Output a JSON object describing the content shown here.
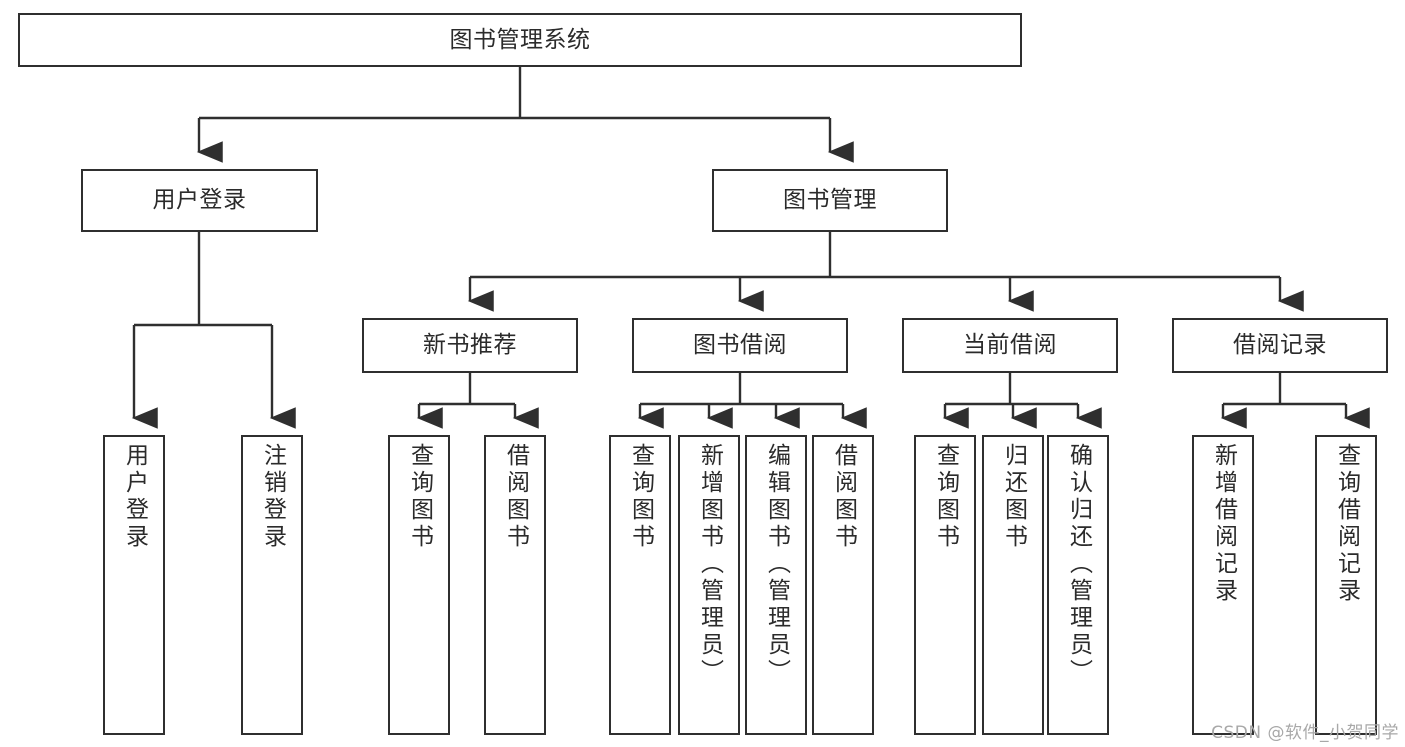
{
  "diagram": {
    "type": "tree",
    "title": "图书管理系统",
    "root": {
      "label": "图书管理系统"
    },
    "level2": [
      {
        "label": "用户登录"
      },
      {
        "label": "图书管理"
      }
    ],
    "level3": [
      {
        "label": "新书推荐"
      },
      {
        "label": "图书借阅"
      },
      {
        "label": "当前借阅"
      },
      {
        "label": "借阅记录"
      }
    ],
    "leaves": {
      "user_login": [
        {
          "label": "用户登录"
        },
        {
          "label": "注销登录"
        }
      ],
      "new_book_recommend": [
        {
          "label": "查询图书"
        },
        {
          "label": "借阅图书"
        }
      ],
      "book_borrow": [
        {
          "label": "查询图书"
        },
        {
          "label": "新增图书（管理员）"
        },
        {
          "label": "编辑图书（管理员）"
        },
        {
          "label": "借阅图书"
        }
      ],
      "current_borrow": [
        {
          "label": "查询图书"
        },
        {
          "label": "归还图书"
        },
        {
          "label": "确认归还（管理员）"
        }
      ],
      "borrow_record": [
        {
          "label": "新增借阅记录"
        },
        {
          "label": "查询借阅记录"
        }
      ]
    }
  },
  "watermark": {
    "text": "CSDN @软件_小贺同学"
  },
  "colors": {
    "box_border": "#2f2f2f",
    "text": "#2b2b2b",
    "edge": "#2f2f2f",
    "background": "#ffffff",
    "watermark": "#a8a8a8"
  }
}
